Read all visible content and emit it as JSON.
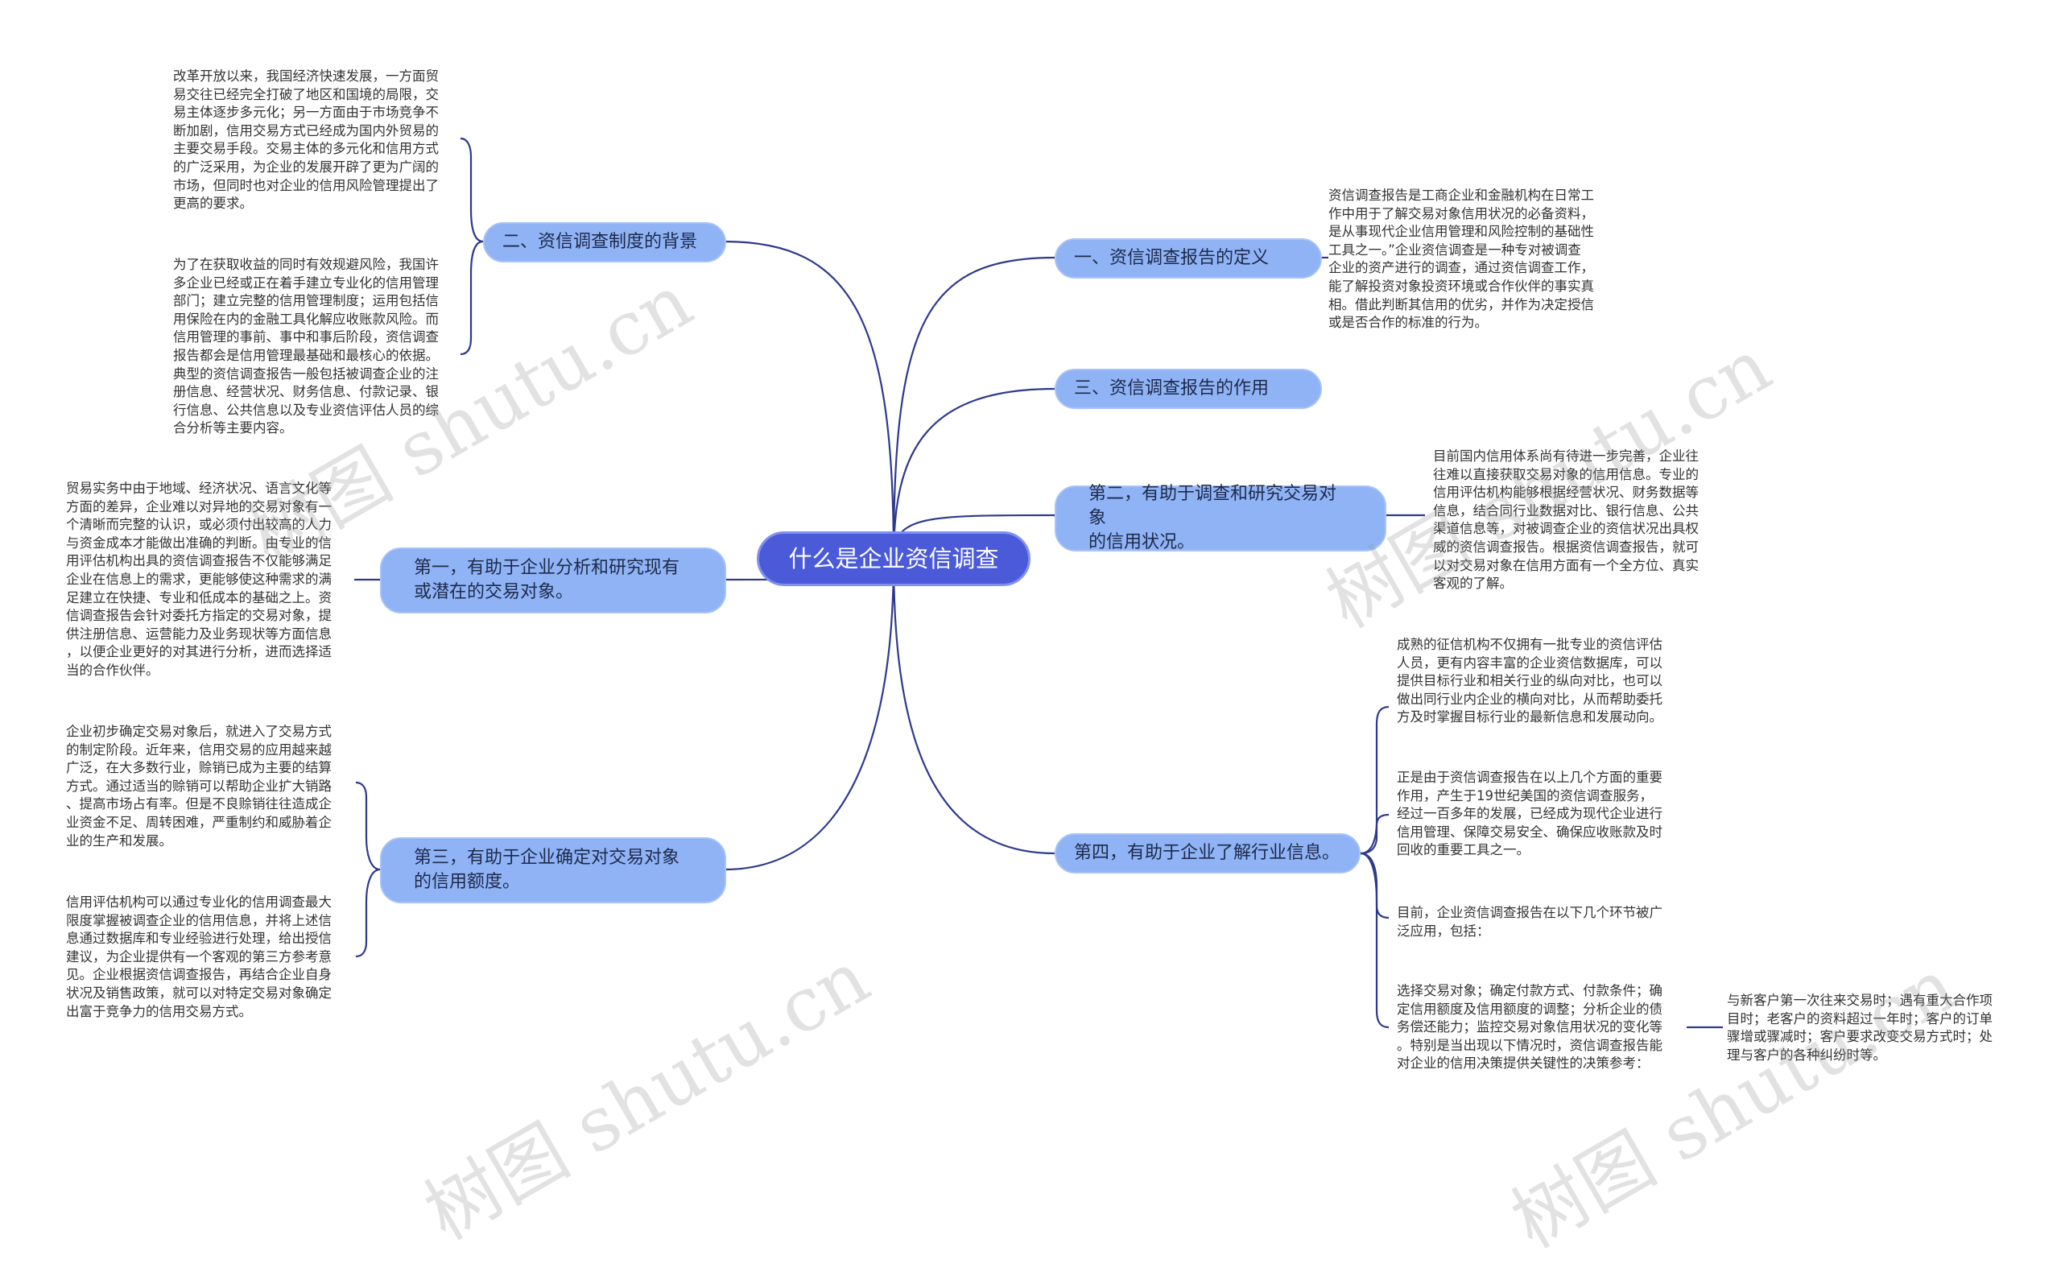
{
  "root": {
    "label": "什么是企业资信调查"
  },
  "branches": {
    "b_definition": {
      "label": "一、资信调查报告的定义",
      "leaves": [
        "资信调查报告是工商企业和金融机构在日常工\n作中用于了解交易对象信用状况的必备资料，\n是从事现代企业信用管理和风险控制的基础性\n工具之一。”企业资信调查是一种专对被调查\n企业的资产进行的调查，通过资信调查工作，\n能了解投资对象投资环境或合作伙伴的事实真\n相。借此判断其信用的优劣，并作为决定授信\n或是否合作的标准的行为。"
      ]
    },
    "b_background": {
      "label": "二、资信调查制度的背景",
      "leaves": [
        "改革开放以来，我国经济快速发展，一方面贸\n易交往已经完全打破了地区和国境的局限，交\n易主体逐步多元化；另一方面由于市场竞争不\n断加剧，信用交易方式已经成为国内外贸易的\n主要交易手段。交易主体的多元化和信用方式\n的广泛采用，为企业的发展开辟了更为广阔的\n市场，但同时也对企业的信用风险管理提出了\n更高的要求。",
        "为了在获取收益的同时有效规避风险，我国许\n多企业已经或正在着手建立专业化的信用管理\n部门；建立完整的信用管理制度；运用包括信\n用保险在内的金融工具化解应收账款风险。而\n信用管理的事前、事中和事后阶段，资信调查\n报告都会是信用管理最基础和最核心的依据。\n典型的资信调查报告一般包括被调查企业的注\n册信息、经营状况、财务信息、付款记录、银\n行信息、公共信息以及专业资信评估人员的综\n合分析等主要内容。"
      ]
    },
    "b_role": {
      "label": "三、资信调查报告的作用"
    },
    "b_second": {
      "label": "第二，有助于调查和研究交易对象\n的信用状况。",
      "leaves": [
        "目前国内信用体系尚有待进一步完善，企业往\n往难以直接获取交易对象的信用信息。专业的\n信用评估机构能够根据经营状况、财务数据等\n信息，结合同行业数据对比、银行信息、公共\n渠道信息等，对被调查企业的资信状况出具权\n威的资信调查报告。根据资信调查报告，就可\n以对交易对象在信用方面有一个全方位、真实\n客观的了解。"
      ]
    },
    "b_first": {
      "label": "第一，有助于企业分析和研究现有\n或潜在的交易对象。",
      "leaves": [
        "贸易实务中由于地域、经济状况、语言文化等\n方面的差异，企业难以对异地的交易对象有一\n个清晰而完整的认识，或必须付出较高的人力\n与资金成本才能做出准确的判断。由专业的信\n用评估机构出具的资信调查报告不仅能够满足\n企业在信息上的需求，更能够使这种需求的满\n足建立在快捷、专业和低成本的基础之上。资\n信调查报告会针对委托方指定的交易对象，提\n供注册信息、运营能力及业务现状等方面信息\n，以便企业更好的对其进行分析，进而选择适\n当的合作伙伴。"
      ]
    },
    "b_third": {
      "label": "第三，有助于企业确定对交易对象\n的信用额度。",
      "leaves": [
        "企业初步确定交易对象后，就进入了交易方式\n的制定阶段。近年来，信用交易的应用越来越\n广泛，在大多数行业，赊销已成为主要的结算\n方式。通过适当的赊销可以帮助企业扩大销路\n、提高市场占有率。但是不良赊销往往造成企\n业资金不足、周转困难，严重制约和威胁着企\n业的生产和发展。",
        "信用评估机构可以通过专业化的信用调查最大\n限度掌握被调查企业的信用信息，并将上述信\n息通过数据库和专业经验进行处理，给出授信\n建议，为企业提供有一个客观的第三方参考意\n见。企业根据资信调查报告，再结合企业自身\n状况及销售政策，就可以对特定交易对象确定\n出富于竞争力的信用交易方式。"
      ]
    },
    "b_fourth": {
      "label": "第四，有助于企业了解行业信息。",
      "leaves": [
        "成熟的征信机构不仅拥有一批专业的资信评估\n人员，更有内容丰富的企业资信数据库，可以\n提供目标行业和相关行业的纵向对比，也可以\n做出同行业内企业的横向对比，从而帮助委托\n方及时掌握目标行业的最新信息和发展动向。",
        "正是由于资信调查报告在以上几个方面的重要\n作用，产生于19世纪美国的资信调查服务，\n经过一百多年的发展，已经成为现代企业进行\n信用管理、保障交易安全、确保应收账款及时\n回收的重要工具之一。",
        "目前，企业资信调查报告在以下几个环节被广\n泛应用，包括：",
        "选择交易对象；确定付款方式、付款条件；确\n定信用额度及信用额度的调整；分析企业的债\n务偿还能力；监控交易对象信用状况的变化等\n。特别是当出现以下情况时，资信调查报告能\n对企业的信用决策提供关键性的决策参考："
      ],
      "sub_leaf": "与新客户第一次往来交易时；遇有重大合作项\n目时；老客户的资料超过一年时；客户的订单\n骤增或骤减时；客户要求改变交易方式时；处\n理与客户的各种纠纷时等。"
    }
  },
  "watermark": "树图 shutu.cn",
  "colors": {
    "root_fill": "#4a5ad8",
    "branch_fill": "#8fb3f5",
    "connector": "#2d3a8c",
    "leaf_text": "#333333"
  }
}
